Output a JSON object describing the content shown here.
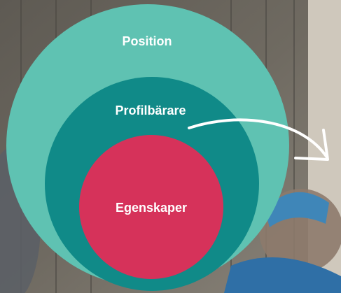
{
  "diagram": {
    "circles": {
      "outer": {
        "label": "Position",
        "color": "#5fc2b2"
      },
      "middle": {
        "label": "Profilbärare",
        "color": "#108a88"
      },
      "inner": {
        "label": "Egenskaper",
        "color": "#d6325a"
      }
    },
    "arrow_color": "#ffffff"
  },
  "background": {
    "description_colors": [
      "#6e6a62",
      "#4f4c47",
      "#c9c2b6"
    ]
  }
}
